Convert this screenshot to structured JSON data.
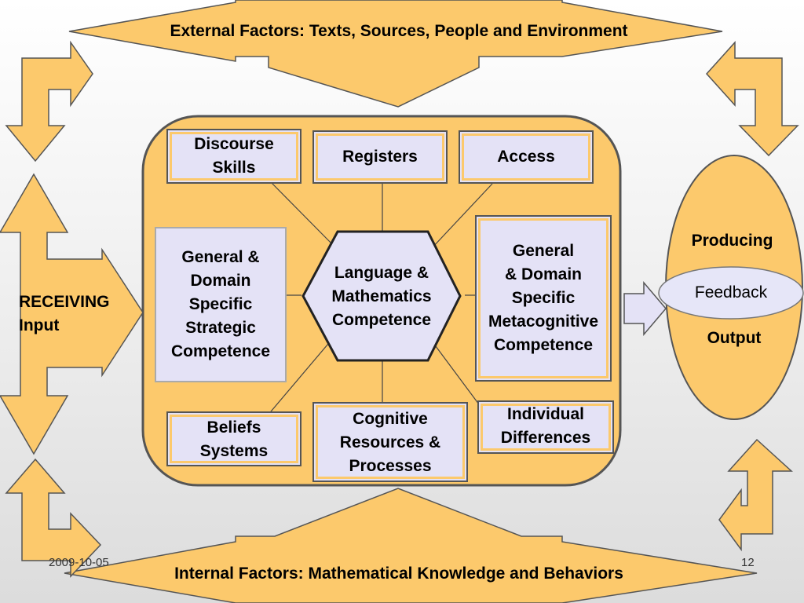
{
  "external_factors": "External Factors: Texts, Sources, People and Environment",
  "internal_factors": "Internal Factors: Mathematical Knowledge and Behaviors",
  "receiving": "RECEIVING\nInput",
  "output_top": "Producing",
  "output_bottom": "Output",
  "feedback": "Feedback",
  "center": "Language &\nMathematics\nCompetence",
  "boxes": {
    "discourse": "Discourse\nSkills",
    "registers": "Registers",
    "access": "Access",
    "strategic": "General &\nDomain\nSpecific\nStrategic\nCompetence",
    "metacognitive": "General\n& Domain\nSpecific\nMetacognitive\nCompetence",
    "beliefs": "Beliefs\nSystems",
    "cognitive": "Cognitive\nResources &\nProcesses",
    "individual": "Individual\nDifferences"
  },
  "footer": {
    "date": "2009-10-05",
    "page": "12"
  },
  "colors": {
    "arrow_fill": "#fcc96c",
    "box_fill": "#e4e2f6",
    "feedback_fill": "#e6e6f8"
  }
}
